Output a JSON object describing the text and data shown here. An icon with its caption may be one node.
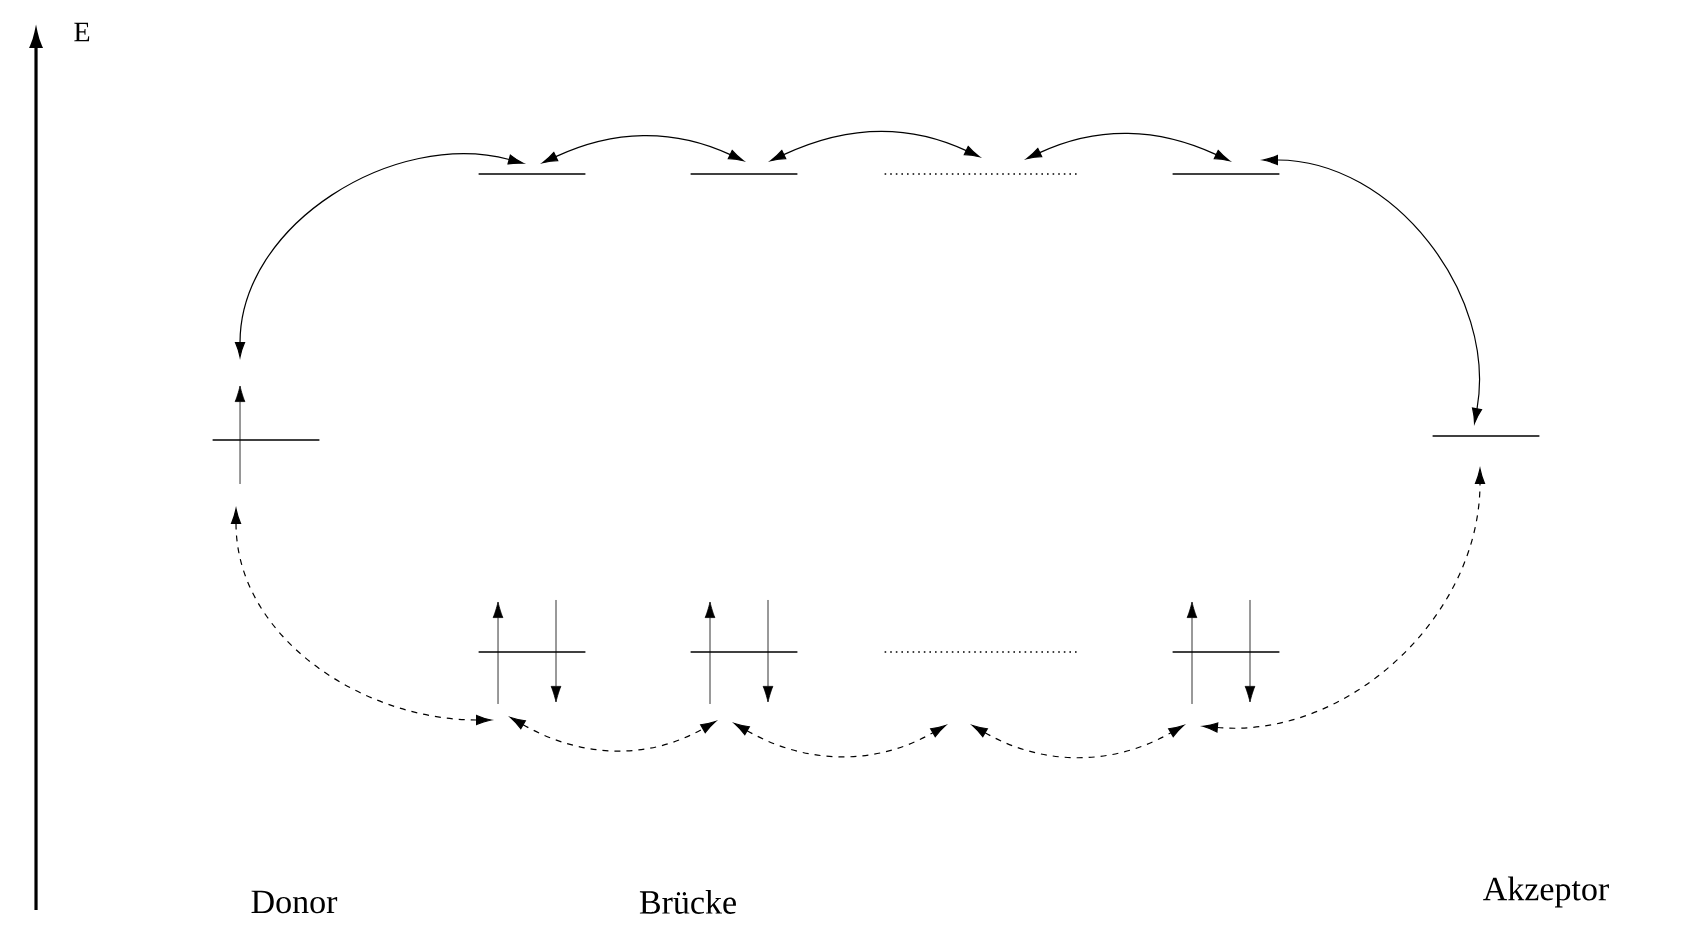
{
  "diagram": {
    "nodes": [
      {
        "text": [],
        "shape": "line"
      },
      {
        "text": [],
        "shape": "line"
      },
      {
        "text": [],
        "shape": "line"
      },
      {
        "text": [],
        "shape": "line"
      },
      {
        "text": [],
        "shape": "line"
      },
      {
        "text": [],
        "shape": "line"
      },
      {
        "text": [],
        "shape": "line"
      },
      {
        "text": [],
        "shape": "line"
      },
      {
        "text": [],
        "shape": "line"
      },
      {
        "text": [],
        "shape": "line"
      }
    ],
    "edges": [
      {
        "from": 4,
        "to": 0,
        "arrow": "both"
      },
      {
        "from": 0,
        "to": 1,
        "arrow": "both"
      },
      {
        "from": 1,
        "to": 2,
        "arrow": "both"
      },
      {
        "from": 2,
        "to": 3,
        "arrow": "both"
      },
      {
        "from": 3,
        "to": 5,
        "arrow": "both"
      },
      {
        "from": 4,
        "to": 6,
        "arrow": "both",
        "style": "dashed"
      },
      {
        "from": 6,
        "to": 7,
        "arrow": "both",
        "style": "dashed"
      },
      {
        "from": 7,
        "to": 8,
        "arrow": "both",
        "style": "dashed"
      },
      {
        "from": 8,
        "to": 9,
        "arrow": "both",
        "style": "dashed"
      },
      {
        "from": 9,
        "to": 5,
        "arrow": "both",
        "style": "dashed"
      }
    ],
    "labels": [
      "E",
      "Donor",
      "Brücke",
      "Akzeptor"
    ]
  }
}
